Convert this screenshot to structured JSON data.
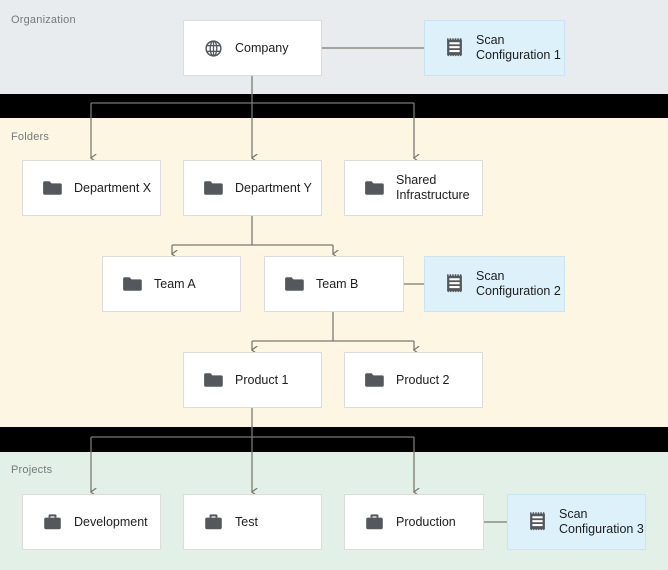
{
  "diagram": {
    "title": "Organization folder and project hierarchy with scan configurations",
    "colors": {
      "organization_band": "#e8ecef",
      "folders_band": "#fdf6e3",
      "projects_band": "#e2f0e8",
      "separator_band": "#000000",
      "node_background": "#ffffff",
      "node_border": "#dcdcdc",
      "scan_background": "#ddf1fb",
      "scan_border": "#c9e4f2",
      "connector": "#7a7a72",
      "icon": "#54585c",
      "label_text": "#76797c",
      "node_text": "#1d1d1d"
    },
    "bands": [
      {
        "name": "organization",
        "label": "Organization"
      },
      {
        "name": "folders",
        "label": "Folders"
      },
      {
        "name": "projects",
        "label": "Projects"
      }
    ],
    "nodes": [
      {
        "id": "company",
        "label": "Company",
        "icon": "globe-icon",
        "kind": "organization"
      },
      {
        "id": "scan1",
        "label": "Scan\nConfiguration 1",
        "icon": "scan-config-icon",
        "kind": "scan-configuration"
      },
      {
        "id": "department-x",
        "label": "Department X",
        "icon": "folder-icon",
        "kind": "folder"
      },
      {
        "id": "department-y",
        "label": "Department Y",
        "icon": "folder-icon",
        "kind": "folder"
      },
      {
        "id": "shared-infra",
        "label": "Shared\nInfrastructure",
        "icon": "folder-icon",
        "kind": "folder"
      },
      {
        "id": "team-a",
        "label": "Team A",
        "icon": "folder-icon",
        "kind": "folder"
      },
      {
        "id": "team-b",
        "label": "Team B",
        "icon": "folder-icon",
        "kind": "folder"
      },
      {
        "id": "scan2",
        "label": "Scan\nConfiguration 2",
        "icon": "scan-config-icon",
        "kind": "scan-configuration"
      },
      {
        "id": "product-1",
        "label": "Product 1",
        "icon": "folder-icon",
        "kind": "folder"
      },
      {
        "id": "product-2",
        "label": "Product 2",
        "icon": "folder-icon",
        "kind": "folder"
      },
      {
        "id": "development",
        "label": "Development",
        "icon": "briefcase-icon",
        "kind": "project"
      },
      {
        "id": "test",
        "label": "Test",
        "icon": "briefcase-icon",
        "kind": "project"
      },
      {
        "id": "production",
        "label": "Production",
        "icon": "briefcase-icon",
        "kind": "project"
      },
      {
        "id": "scan3",
        "label": "Scan\nConfiguration 3",
        "icon": "scan-config-icon",
        "kind": "scan-configuration"
      }
    ],
    "edges": [
      {
        "from": "company",
        "to": "scan1",
        "style": "plain"
      },
      {
        "from": "company",
        "to": "department-x",
        "style": "arrow"
      },
      {
        "from": "company",
        "to": "department-y",
        "style": "arrow"
      },
      {
        "from": "company",
        "to": "shared-infra",
        "style": "arrow"
      },
      {
        "from": "department-y",
        "to": "team-a",
        "style": "arrow"
      },
      {
        "from": "department-y",
        "to": "team-b",
        "style": "arrow"
      },
      {
        "from": "team-b",
        "to": "scan2",
        "style": "plain"
      },
      {
        "from": "team-b",
        "to": "product-1",
        "style": "arrow"
      },
      {
        "from": "team-b",
        "to": "product-2",
        "style": "arrow"
      },
      {
        "from": "product-1",
        "to": "development",
        "style": "arrow"
      },
      {
        "from": "product-1",
        "to": "test",
        "style": "arrow"
      },
      {
        "from": "product-1",
        "to": "production",
        "style": "arrow"
      },
      {
        "from": "production",
        "to": "scan3",
        "style": "plain"
      }
    ]
  }
}
